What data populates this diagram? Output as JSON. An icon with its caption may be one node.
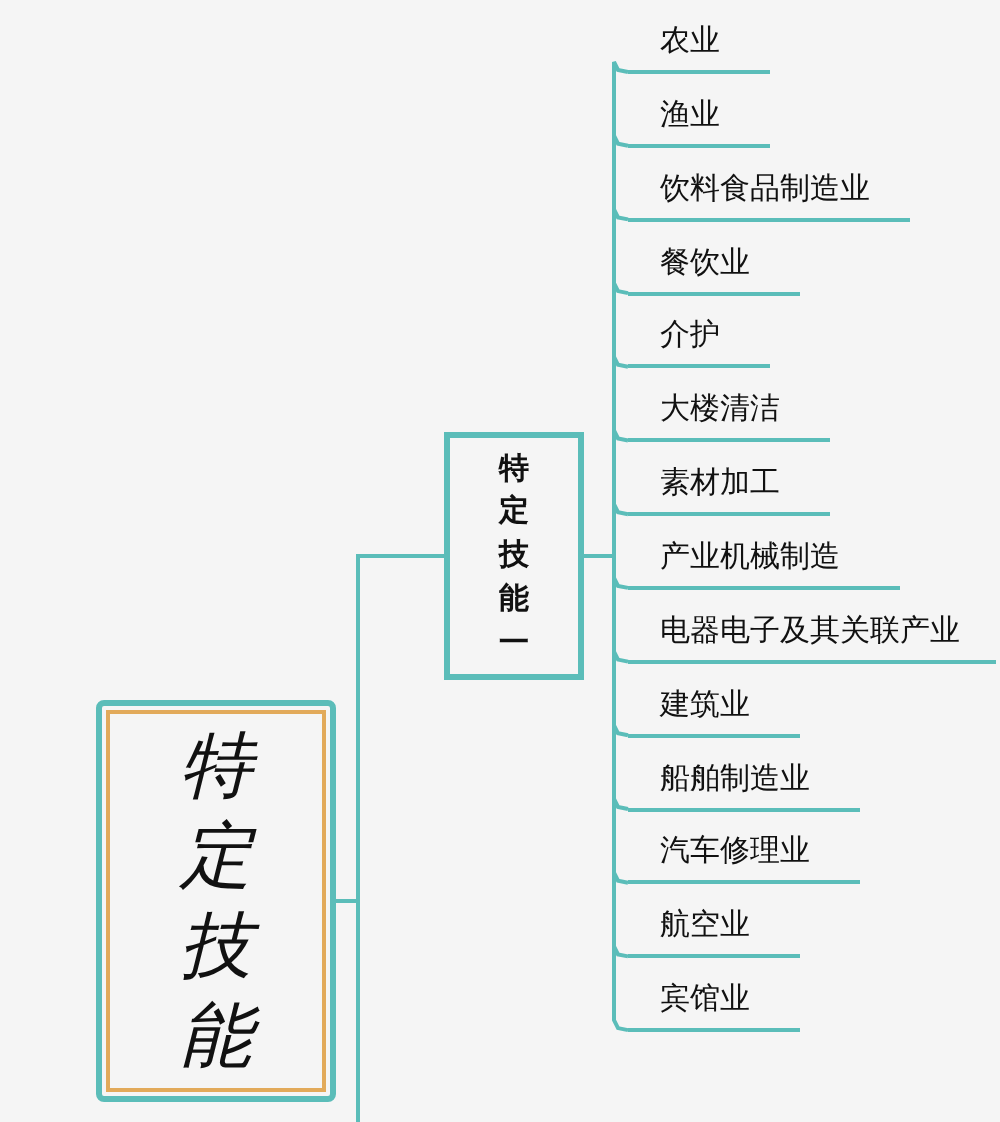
{
  "diagram": {
    "nodes": [
      {
        "text": [
          "特定技能"
        ]
      },
      {
        "text": [
          "特定技能一"
        ]
      },
      {
        "text": [
          "农业"
        ]
      },
      {
        "text": [
          "渔业"
        ]
      },
      {
        "text": [
          "饮料食品制造业"
        ]
      },
      {
        "text": [
          "餐饮业"
        ]
      },
      {
        "text": [
          "介护"
        ]
      },
      {
        "text": [
          "大楼清洁"
        ]
      },
      {
        "text": [
          "素材加工"
        ]
      },
      {
        "text": [
          "产业机械制造"
        ]
      },
      {
        "text": [
          "电器电子及其关联产业"
        ]
      },
      {
        "text": [
          "建筑业"
        ]
      },
      {
        "text": [
          "船舶制造业"
        ]
      },
      {
        "text": [
          "汽车修理业"
        ]
      },
      {
        "text": [
          "航空业"
        ]
      },
      {
        "text": [
          "宾馆业"
        ]
      }
    ],
    "edges": [
      {
        "from": 0,
        "to": 1,
        "arrow": "none"
      },
      {
        "from": 0,
        "to": null,
        "arrow": "none"
      },
      {
        "from": 1,
        "to": 2,
        "arrow": "none"
      },
      {
        "from": 1,
        "to": 3,
        "arrow": "none"
      },
      {
        "from": 1,
        "to": 4,
        "arrow": "none"
      },
      {
        "from": 1,
        "to": 5,
        "arrow": "none"
      },
      {
        "from": 1,
        "to": 6,
        "arrow": "none"
      },
      {
        "from": 1,
        "to": 7,
        "arrow": "none"
      },
      {
        "from": 1,
        "to": 8,
        "arrow": "none"
      },
      {
        "from": 1,
        "to": 9,
        "arrow": "none"
      },
      {
        "from": 1,
        "to": 10,
        "arrow": "none"
      },
      {
        "from": 1,
        "to": 11,
        "arrow": "none"
      },
      {
        "from": 1,
        "to": 12,
        "arrow": "none"
      },
      {
        "from": 1,
        "to": 13,
        "arrow": "none"
      },
      {
        "from": 1,
        "to": 14,
        "arrow": "none"
      },
      {
        "from": 1,
        "to": 15,
        "arrow": "none"
      }
    ]
  }
}
